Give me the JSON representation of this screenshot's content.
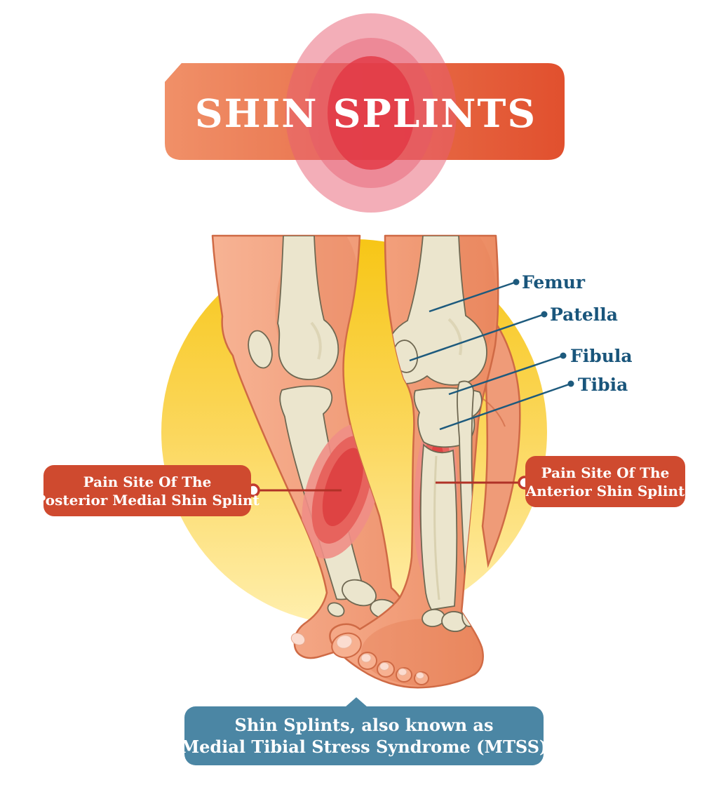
{
  "title": "SHIN SPLINTS",
  "anatomy_labels": {
    "femur": "Femur",
    "patella": "Patella",
    "fibula": "Fibula",
    "tibia": "Tibia"
  },
  "callouts": {
    "posterior": {
      "line1": "Pain Site Of The",
      "line2": "Posterior Medial Shin Splint"
    },
    "anterior": {
      "line1": "Pain Site Of The",
      "line2": "Anterior Shin Splint"
    }
  },
  "footer": {
    "line1": "Shin Splints, also known as",
    "line2": "Medial Tibial Stress Syndrome (MTSS)"
  },
  "colors": {
    "title_banner_gradient_start": "#F09068",
    "title_banner_gradient_end": "#E1502E",
    "banner_fold": "#BD4529",
    "pulse_ring_outer": "#E85D72",
    "pulse_ring_mid": "#E4556A",
    "pulse_core": "#E23743",
    "label_text": "#19557B",
    "leader_line": "#1D5A7D",
    "callout_background": "#CF4A2F",
    "callout_text": "#FFFFFF",
    "connector_line": "#B03227",
    "connector_dot": "#FFFFFF",
    "footer_background": "#4B86A4",
    "footer_text": "#FFFFFF",
    "background_circle_top": "#F7C616",
    "background_circle_bottom": "#FFEFAE",
    "skin_light": "#F7B394",
    "skin_dark": "#EC8C63",
    "skin_outline": "#CF6A45",
    "bone_fill": "#EBE5CD",
    "bone_outline": "#6F6852",
    "pain_outer": "#EF8E86",
    "pain_mid": "#E7635D",
    "pain_inner": "#DE4343"
  }
}
